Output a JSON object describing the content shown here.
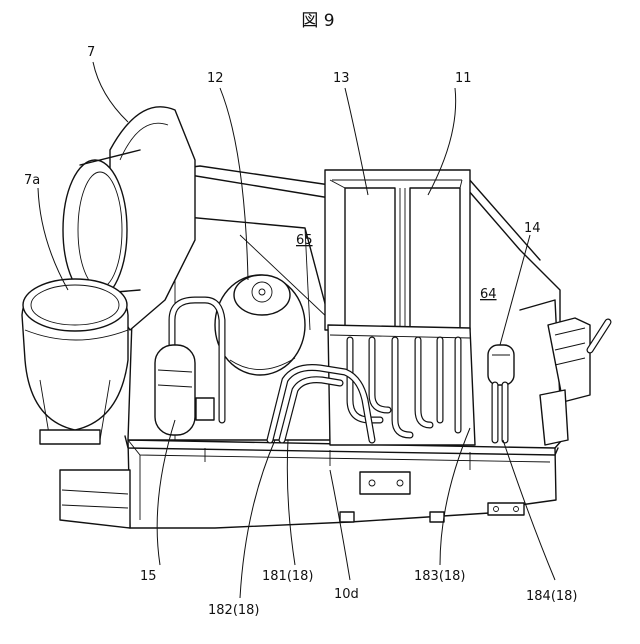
{
  "figure": {
    "title": "図 9"
  },
  "labels": {
    "l7": "7",
    "l7a": "7a",
    "l12": "12",
    "l13": "13",
    "l11": "11",
    "l14": "14",
    "l64": "64",
    "l65": "65",
    "l15": "15",
    "l182": "182(18)",
    "l181": "181(18)",
    "l10d": "10d",
    "l183": "183(18)",
    "l184": "184(18)"
  }
}
